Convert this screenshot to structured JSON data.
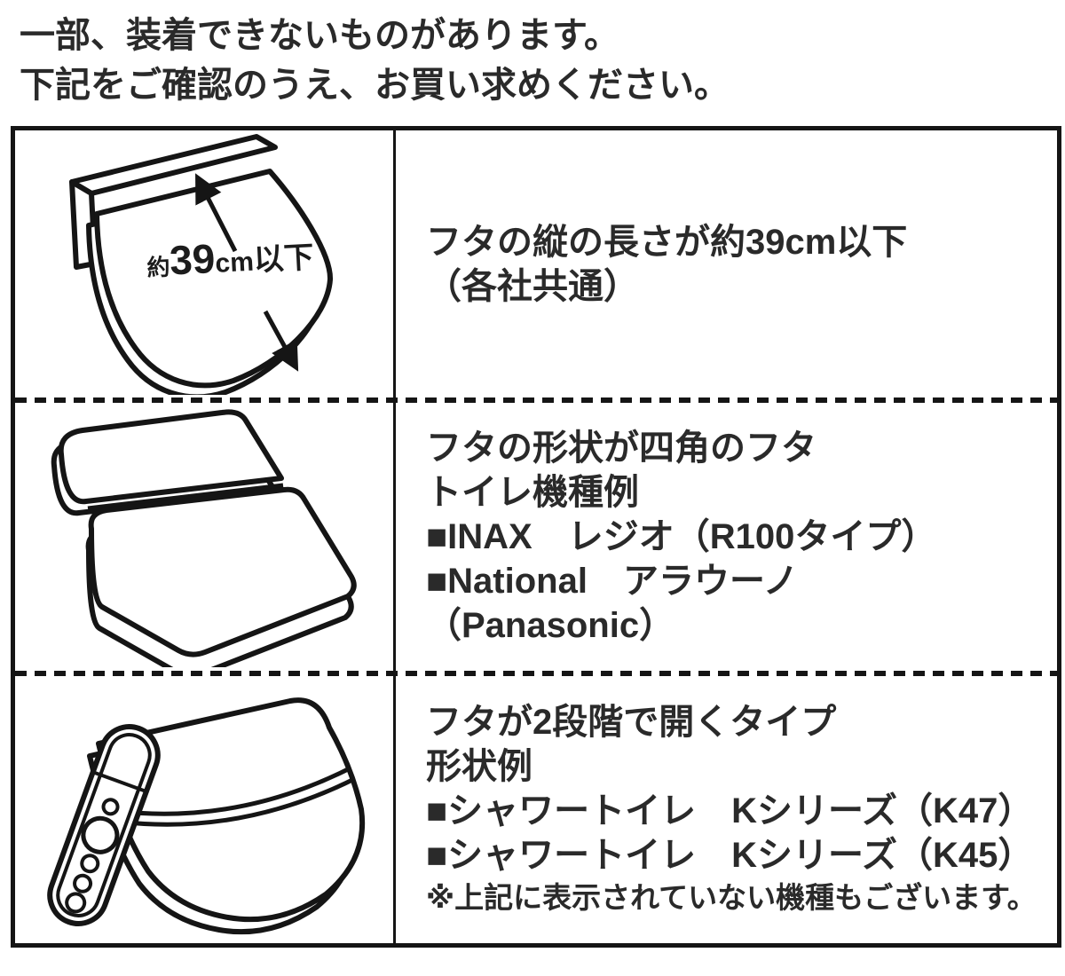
{
  "page": {
    "background": "#ffffff",
    "text_color": "#2a2a2a",
    "border_color": "#151515"
  },
  "header": {
    "line1": "一部、装着できないものがあります。",
    "line2": "下記をご確認のうえ、お買い求めください。"
  },
  "table": {
    "rows": [
      {
        "name": "lid-length-limit",
        "illustration": "toilet-lid-with-length-arrow",
        "measurement": {
          "prefix": "約",
          "value": "39",
          "unit": "cm",
          "suffix": "以下"
        },
        "lines": [
          "フタの縦の長さが約39cm以下",
          "（各社共通）"
        ]
      },
      {
        "name": "square-lid",
        "illustration": "square-shaped-toilet-lid",
        "lines": [
          "フタの形状が四角のフタ",
          "トイレ機種例",
          "■INAX　レジオ（R100タイプ）",
          "■National　アラウーノ",
          "（Panasonic）"
        ]
      },
      {
        "name": "two-stage-lid",
        "illustration": "two-stage-opening-lid-with-control-panel",
        "lines": [
          "フタが2段階で開くタイプ",
          "形状例",
          "■シャワートイレ　Kシリーズ（K47）",
          "■シャワートイレ　Kシリーズ（K45）"
        ],
        "note": "※上記に表示されていない機種もございます。"
      }
    ]
  }
}
